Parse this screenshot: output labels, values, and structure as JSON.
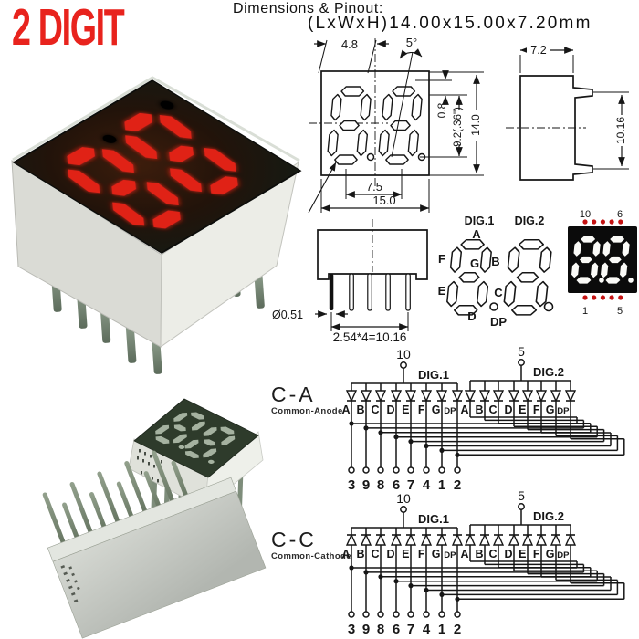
{
  "header": {
    "badge": "2 DIGIT",
    "title": "Dimensions & Pinout:",
    "subtitle": "(LxWxH)14.00x15.00x7.20mm"
  },
  "front_view": {
    "width_partial": "4.8",
    "angle": "5°",
    "gap": "0.8",
    "digit_height": "9.2(.36\")",
    "height": "14.0",
    "digit_pitch": "7.5",
    "width": "15.0"
  },
  "side_view": {
    "depth": "7.2",
    "pin_row_span": "10.16"
  },
  "bottom_view": {
    "pin_diameter": "Ø0.51",
    "pin_pitch": "2.54*4=10.16"
  },
  "segment_diagram": {
    "dig1": "DIG.1",
    "dig2": "DIG.2",
    "labels": {
      "a": "A",
      "b": "B",
      "c": "C",
      "d": "D",
      "e": "E",
      "f": "F",
      "g": "G",
      "dp": "DP"
    }
  },
  "mini_display": {
    "pin_top_left": "10",
    "pin_top_right": "6",
    "pin_bottom_left": "1",
    "pin_bottom_right": "5"
  },
  "schematics": {
    "segments": [
      "A",
      "B",
      "C",
      "D",
      "E",
      "F",
      "G",
      "DP"
    ],
    "bottom_pins": [
      "3",
      "9",
      "8",
      "6",
      "7",
      "4",
      "1",
      "2"
    ],
    "dig1_pin": "10",
    "dig2_pin": "5",
    "dig1_label": "DIG.1",
    "dig2_label": "DIG.2",
    "common_anode": {
      "code": "C-A",
      "name": "Common-Anode"
    },
    "common_cathode": {
      "code": "C-C",
      "name": "Common-Cathode"
    }
  },
  "colors": {
    "accent_red": "#e8231d",
    "led_red": "#e02218",
    "ink": "#161616",
    "display_face_dark": "#241a12",
    "pcb_green_face": "#2e3b2b",
    "unlit_segment": "#a5b2a0",
    "body_white": "#ecede7",
    "pin_green": "#7e8d7b"
  }
}
